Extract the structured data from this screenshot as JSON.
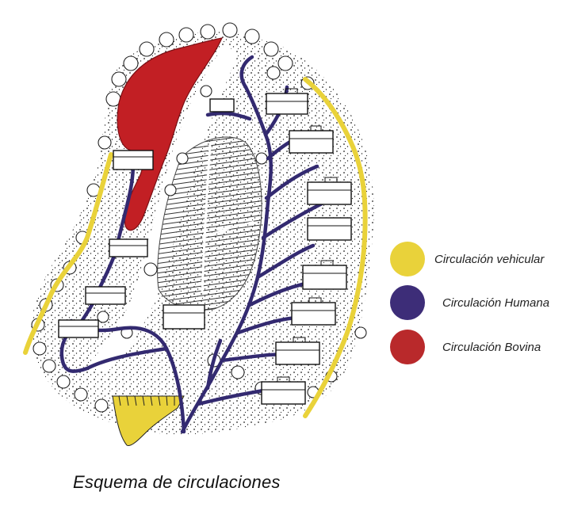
{
  "legend": {
    "items": [
      {
        "label": "Circulación vehicular",
        "color": "#e9d23a"
      },
      {
        "label": "Circulación Humana",
        "color": "#3d2d78"
      },
      {
        "label": "Circulación Bovina",
        "color": "#b9292b"
      }
    ]
  },
  "caption": "Esquema de circulaciones",
  "colors": {
    "vehicular": "#e9d23a",
    "humana": "#332a70",
    "bovina": "#c21f24",
    "ink": "#1a1a1a"
  }
}
